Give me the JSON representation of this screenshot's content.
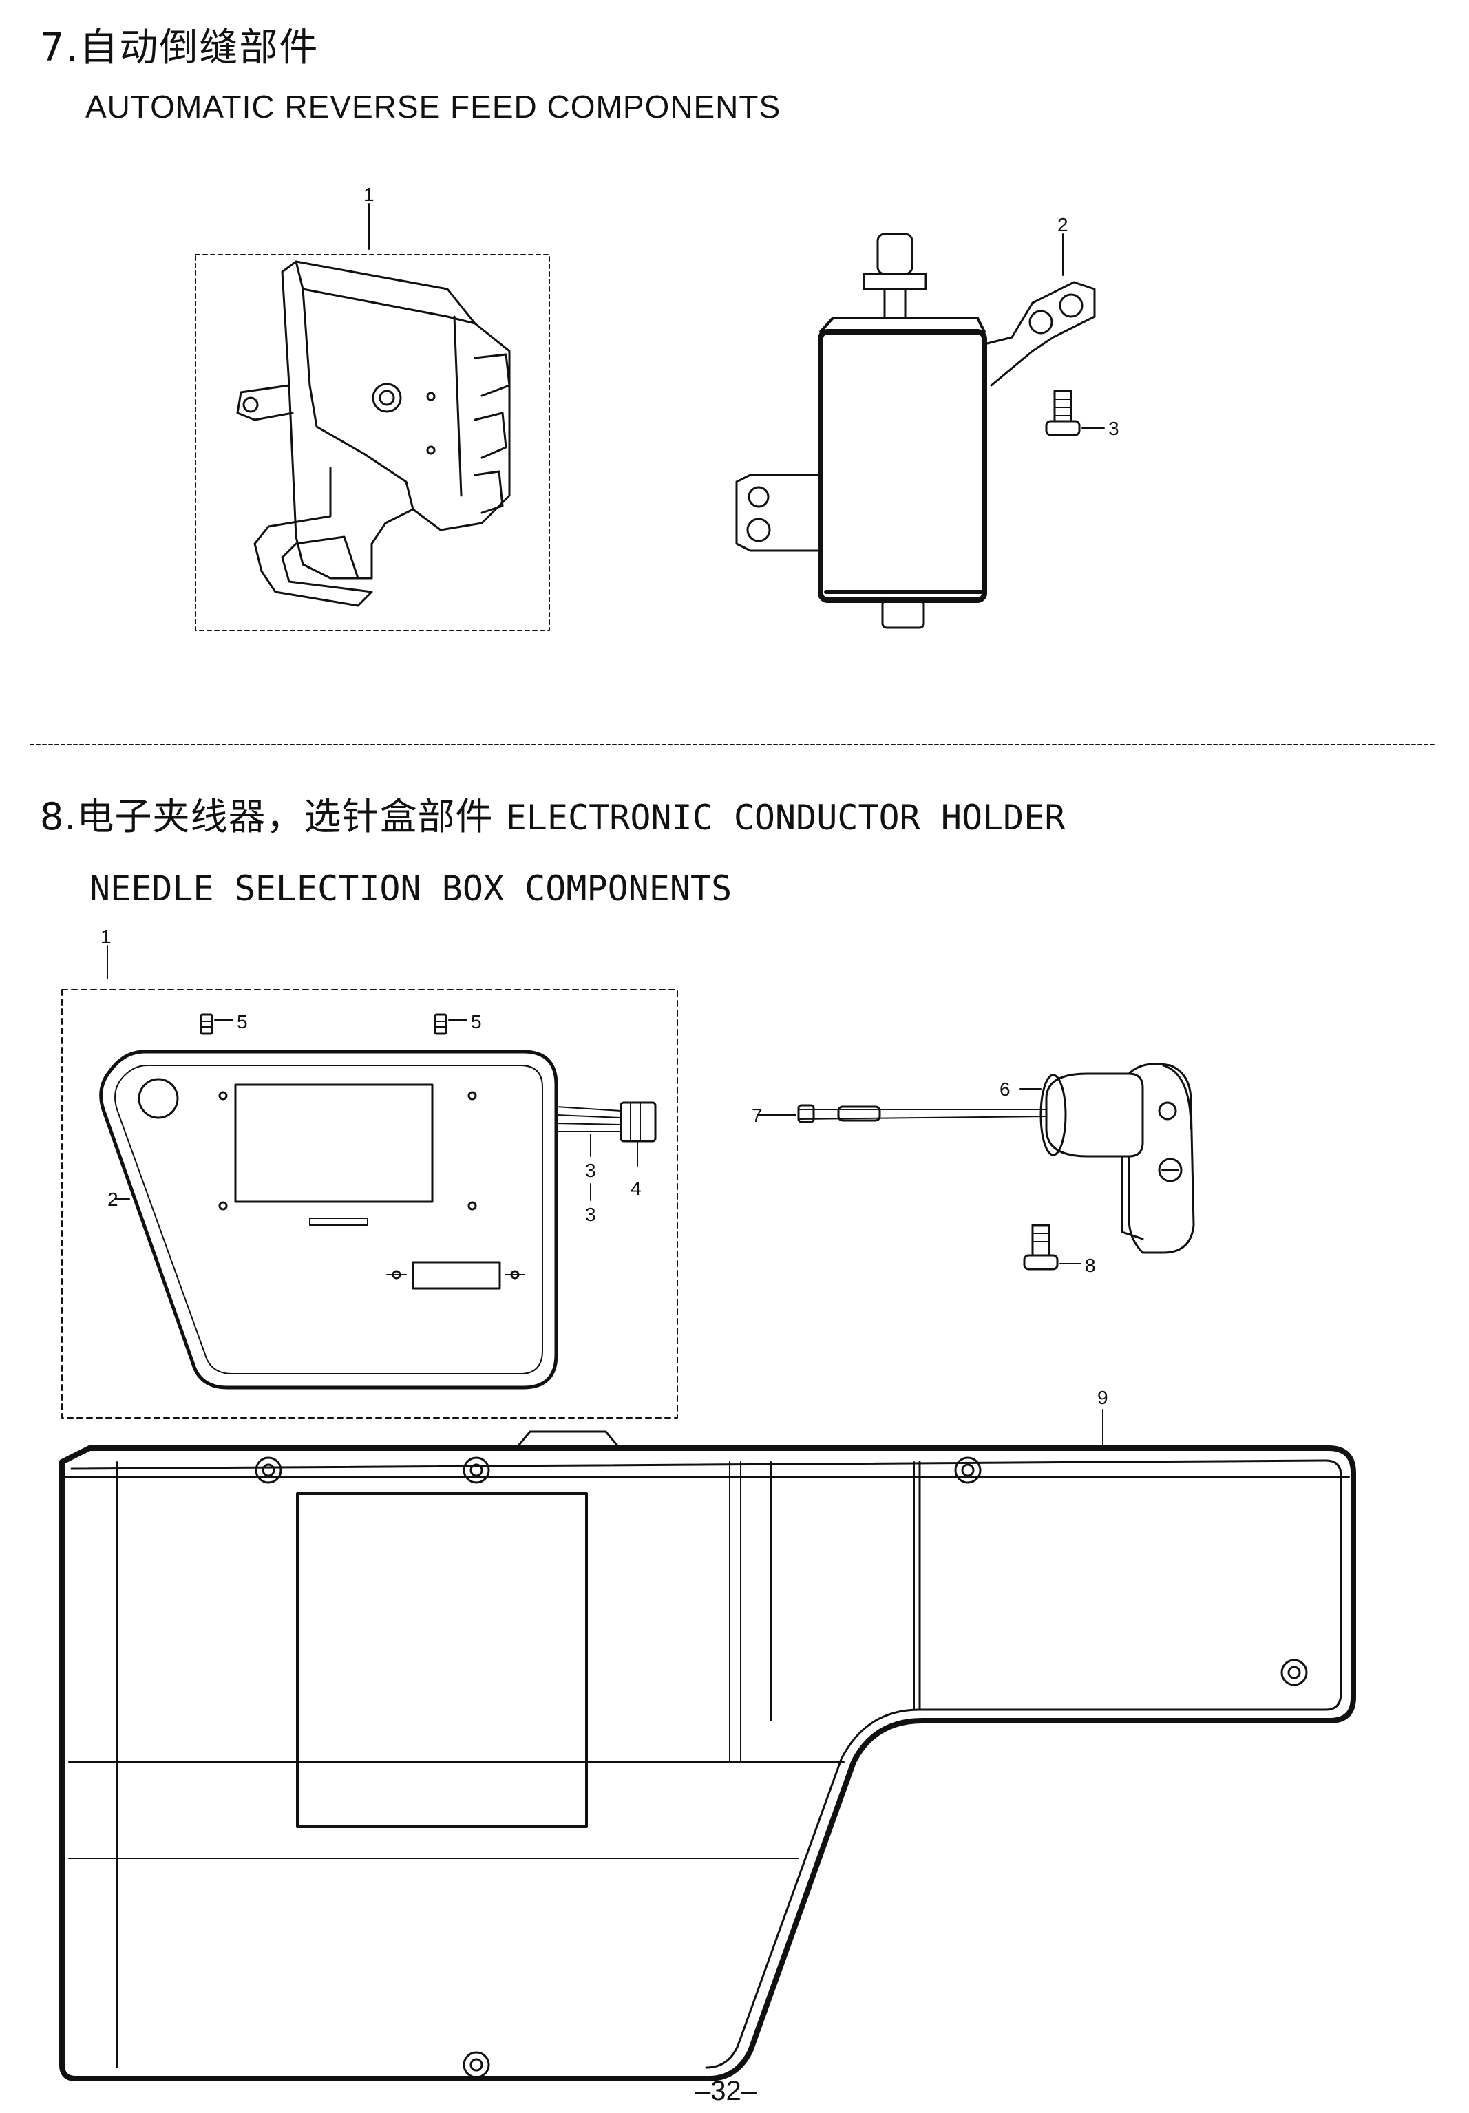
{
  "section7": {
    "title": "7.自动倒缝部件",
    "subtitle": "AUTOMATIC REVERSE FEED COMPONENTS",
    "callouts": [
      "1",
      "2",
      "3"
    ]
  },
  "section8": {
    "title_cn": "8.电子夹线器，选针盒部件",
    "title_en": "ELECTRONIC CONDUCTOR HOLDER",
    "subtitle": "NEEDLE SELECTION BOX COMPONENTS",
    "callouts": [
      "1",
      "2",
      "3",
      "3",
      "4",
      "5",
      "5",
      "6",
      "7",
      "8",
      "9"
    ]
  },
  "page_number": "–32–"
}
